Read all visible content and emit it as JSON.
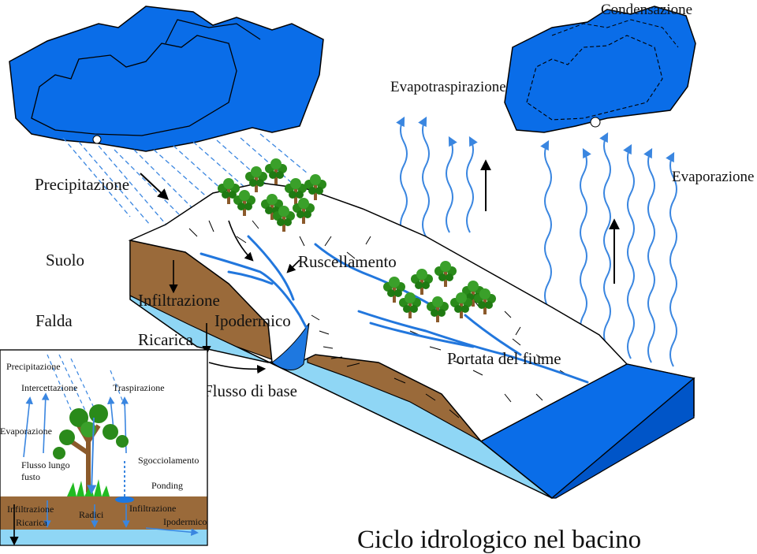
{
  "colors": {
    "water": "#8fd6f5",
    "soil": "#9a6a3a",
    "cloud": "#0a6de8",
    "river": "#2277dd",
    "arrow_blue": "#3a86e0",
    "tree_green": "#2a8a1a",
    "trunk": "#8b5a2b"
  },
  "labels": {
    "condensazione": "Condensazione",
    "evapotraspirazione": "Evapotraspirazione",
    "precipitazione": "Precipitazione",
    "evaporazione": "Evaporazione",
    "suolo": "Suolo",
    "falda": "Falda",
    "ruscellamento": "Ruscellamento",
    "infiltrazione": "Infiltrazione",
    "ipodermico": "Ipodermico",
    "ricarica": "Ricarica",
    "portata_fiume": "Portata del fiume",
    "flusso_base": "Flusso di base",
    "title": "Ciclo idrologico nel bacino"
  },
  "inset": {
    "precipitazione": "Precipitazione",
    "intercettazione": "Intercettazione",
    "traspirazione": "Traspirazione",
    "evaporazione": "Evaporazione",
    "flusso_lungo": "Flusso lungo",
    "fusto": "fusto",
    "sgocciolamento": "Sgocciolamento",
    "ponding": "Ponding",
    "infiltrazione_left": "Infiltrazione",
    "ricarica": "Ricarica",
    "radici": "Radici",
    "infiltrazione_right": "Infiltrazione",
    "ipodermico": "Ipodermico"
  }
}
